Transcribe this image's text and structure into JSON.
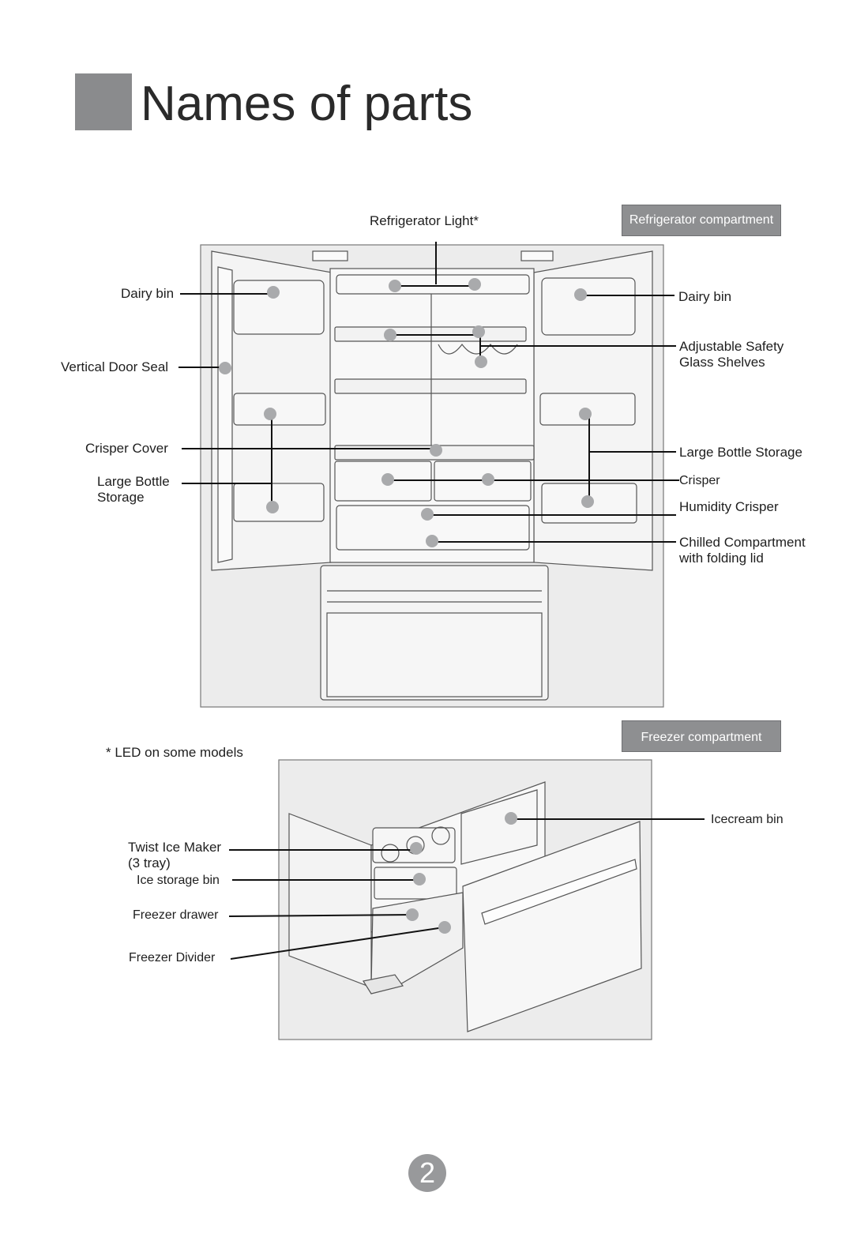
{
  "header": {
    "title": "Names of parts"
  },
  "sections": {
    "refrigerator": "Refrigerator compartment",
    "freezer": "Freezer compartment"
  },
  "labels": {
    "refrigerator_light": "Refrigerator Light*",
    "dairy_bin_left": "Dairy bin",
    "vertical_door_seal": "Vertical Door Seal",
    "crisper_cover": "Crisper Cover",
    "large_bottle_left_1": "Large Bottle",
    "large_bottle_left_2": "Storage",
    "dairy_bin_right": "Dairy bin",
    "shelves_1": "Adjustable Safety",
    "shelves_2": "Glass Shelves",
    "large_bottle_right": "Large Bottle Storage",
    "crisper": "Crisper",
    "humidity_crisper": "Humidity Crisper",
    "chilled_1": "Chilled Compartment",
    "chilled_2": "with folding lid",
    "led_note": "* LED on some models",
    "icecream_bin": "Icecream bin",
    "twist_ice_1": "Twist Ice Maker",
    "twist_ice_2": "(3 tray)",
    "ice_storage_bin": "Ice storage bin",
    "freezer_drawer": "Freezer drawer",
    "freezer_divider": "Freezer Divider"
  },
  "footer": {
    "page_number": "2"
  },
  "colors": {
    "panel": "#ececec",
    "badge": "#8e8f91",
    "marker": "#a9aaac"
  }
}
